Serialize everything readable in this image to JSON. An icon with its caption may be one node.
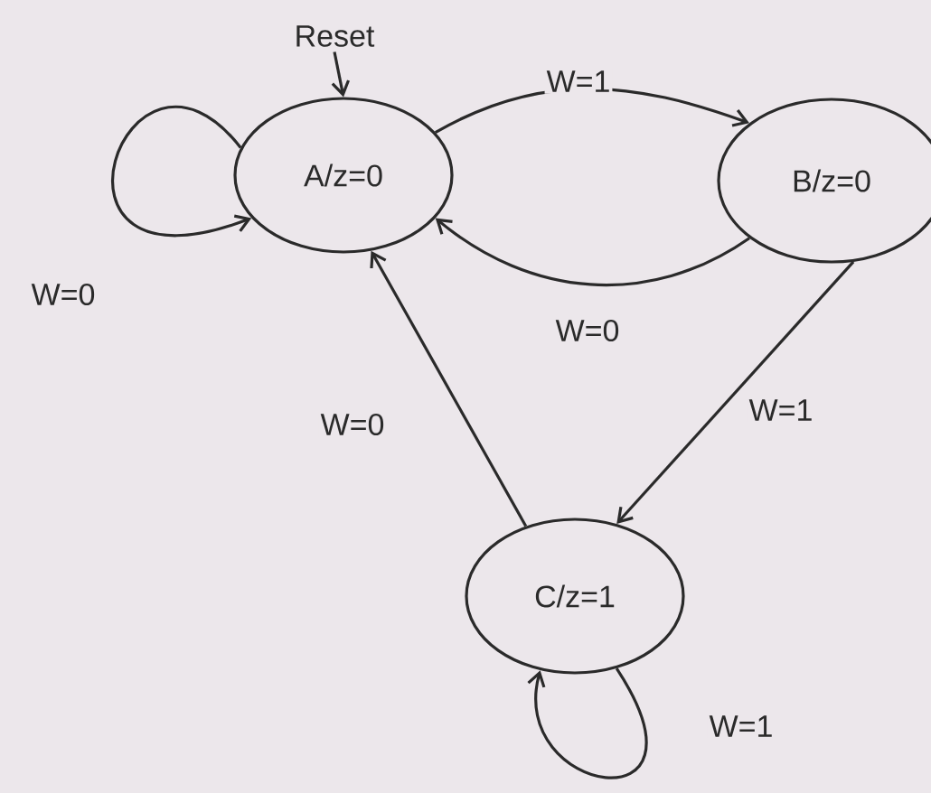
{
  "diagram": {
    "nodes": [
      {
        "text": [
          "Reset"
        ]
      },
      {
        "text": [
          "A/z=0"
        ]
      },
      {
        "text": [
          "B/z=0"
        ]
      },
      {
        "text": [
          "C/z=1"
        ]
      }
    ],
    "edges": [
      {
        "from": 0,
        "to": 1,
        "arrow": "to"
      },
      {
        "from": 1,
        "to": 1,
        "arrow": "to",
        "label": "W=0"
      },
      {
        "from": 1,
        "to": 2,
        "arrow": "to",
        "label": "W=1"
      },
      {
        "from": 2,
        "to": 1,
        "arrow": "to",
        "label": "W=0"
      },
      {
        "from": 2,
        "to": 3,
        "arrow": "to",
        "label": "W=1"
      },
      {
        "from": 3,
        "to": 1,
        "arrow": "to",
        "label": "W=0"
      },
      {
        "from": 3,
        "to": 3,
        "arrow": "to",
        "label": "W=1"
      }
    ]
  }
}
